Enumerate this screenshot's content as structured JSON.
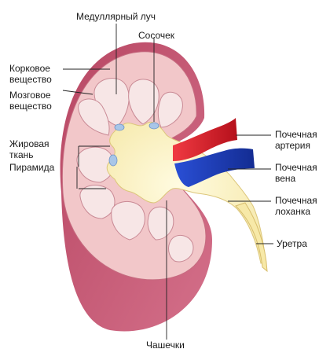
{
  "labels": {
    "medullary_ray": "Медуллярный луч",
    "papilla": "Сосочек",
    "cortex_1": "Корковое",
    "cortex_2": "вещество",
    "medulla_1": "Мозговое",
    "medulla_2": "вещество",
    "renal_artery_1": "Почечная",
    "renal_artery_2": "артерия",
    "fat_tissue_1": "Жировая",
    "fat_tissue_2": "ткань",
    "pyramid": "Пирамида",
    "renal_vein_1": "Почечная",
    "renal_vein_2": "вена",
    "renal_pelvis_1": "Почечная",
    "renal_pelvis_2": "лоханка",
    "ureter": "Уретра",
    "calyces": "Чашечки"
  },
  "colors": {
    "cortex_outer": "#c95e78",
    "cortex_inner": "#f2c7c9",
    "pyramid": "#f4e3e3",
    "pelvis": "#fdf4c6",
    "artery": "#e8202d",
    "vein": "#1f3fc0",
    "fat": "#a8c6e8"
  }
}
